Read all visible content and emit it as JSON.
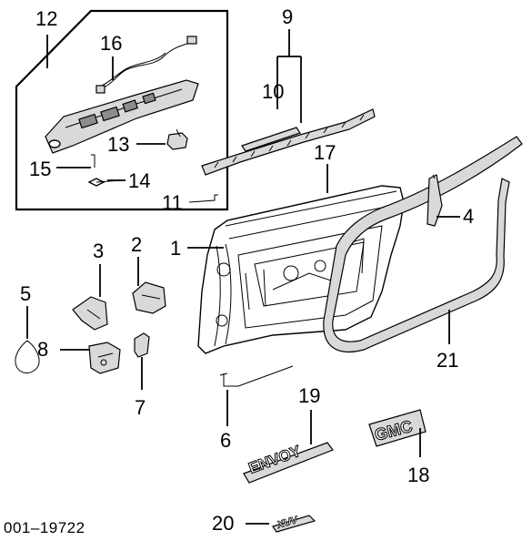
{
  "diagram_code": "001–19722",
  "callouts": {
    "c1": "1",
    "c2": "2",
    "c3": "3",
    "c4": "4",
    "c5": "5",
    "c6": "6",
    "c7": "7",
    "c8": "8",
    "c9": "9",
    "c10": "10",
    "c11": "11",
    "c12": "12",
    "c13": "13",
    "c14": "14",
    "c15": "15",
    "c16": "16",
    "c17": "17",
    "c18": "18",
    "c19": "19",
    "c20": "20",
    "c21": "21"
  },
  "emblems": {
    "envoy": "ENVOY",
    "gmc": "GMC",
    "xuv": "XUV"
  }
}
